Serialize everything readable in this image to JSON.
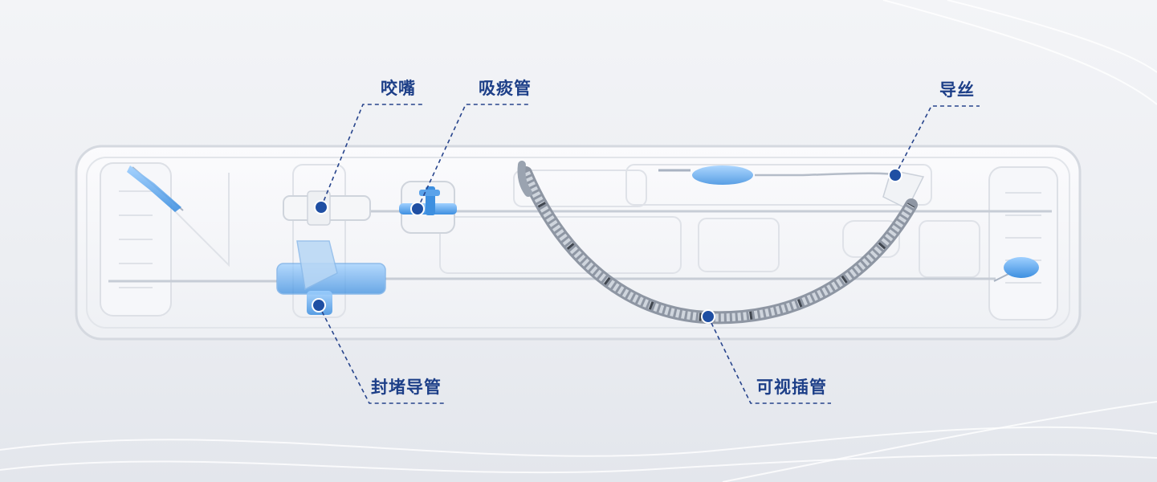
{
  "labels": {
    "mouthpiece": "咬嘴",
    "suction_tube": "吸痰管",
    "stylet": "导丝",
    "blocker_tube": "封堵导管",
    "visual_intubation": "可视插管"
  },
  "colors": {
    "label_text": "#1d3f88",
    "dot": "#1f4fa3",
    "leader_line": "#27448c",
    "tray_border": "#d5d9e0",
    "blue_part": "#3d8fe0",
    "tube": "#8e96a3"
  }
}
